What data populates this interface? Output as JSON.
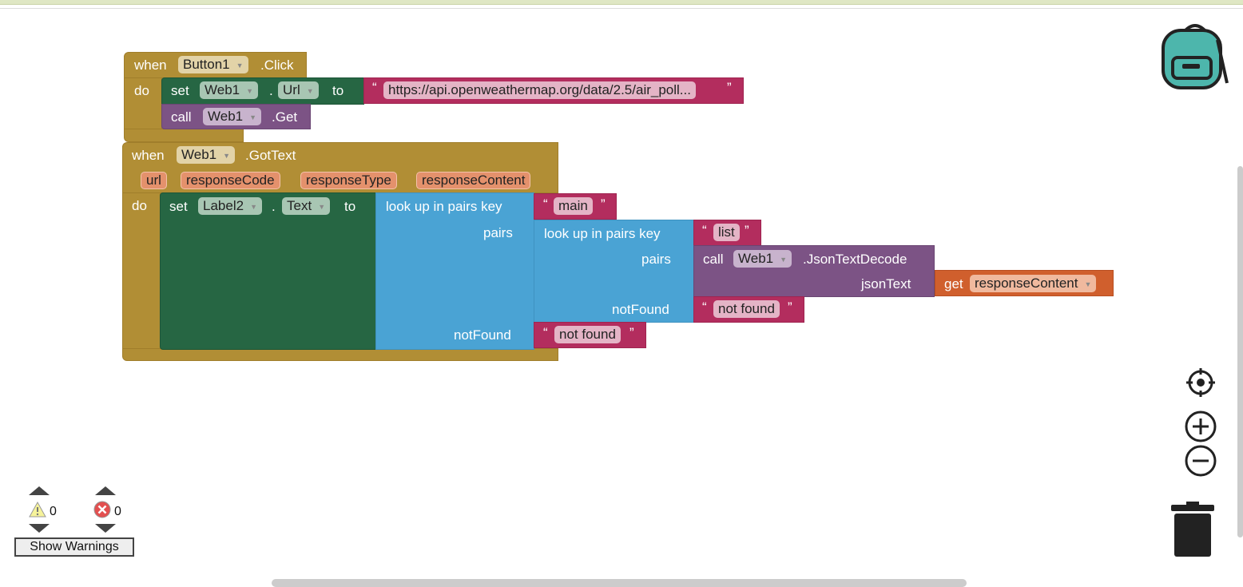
{
  "block1": {
    "when": "when",
    "component": "Button1",
    "event": ".Click",
    "do": "do",
    "set": {
      "label": "set",
      "component": "Web1",
      "dot": ".",
      "property": "Url",
      "to": "to",
      "value": "https://api.openweathermap.org/data/2.5/air_poll..."
    },
    "call": {
      "label": "call",
      "component": "Web1",
      "method": ".Get"
    }
  },
  "block2": {
    "when": "when",
    "component": "Web1",
    "event": ".GotText",
    "params": [
      "url",
      "responseCode",
      "responseType",
      "responseContent"
    ],
    "do": "do",
    "set": {
      "label": "set",
      "component": "Label2",
      "dot": ".",
      "property": "Text",
      "to": "to"
    },
    "lookup1": {
      "label": "look up in pairs  key",
      "pairs": "pairs",
      "notFound": "notFound",
      "key": "main",
      "notfound_value": "not found"
    },
    "lookup2": {
      "label": "look up in pairs  key",
      "pairs": "pairs",
      "notFound": "notFound",
      "key": "list",
      "notfound_value": "not found"
    },
    "call": {
      "label": "call",
      "component": "Web1",
      "method": ".JsonTextDecode",
      "arg": "jsonText"
    },
    "get": {
      "label": "get",
      "variable": "responseContent"
    }
  },
  "quote_open": "“",
  "quote_close": "”",
  "warnings": {
    "warning_count": "0",
    "error_count": "0",
    "button": "Show Warnings"
  }
}
